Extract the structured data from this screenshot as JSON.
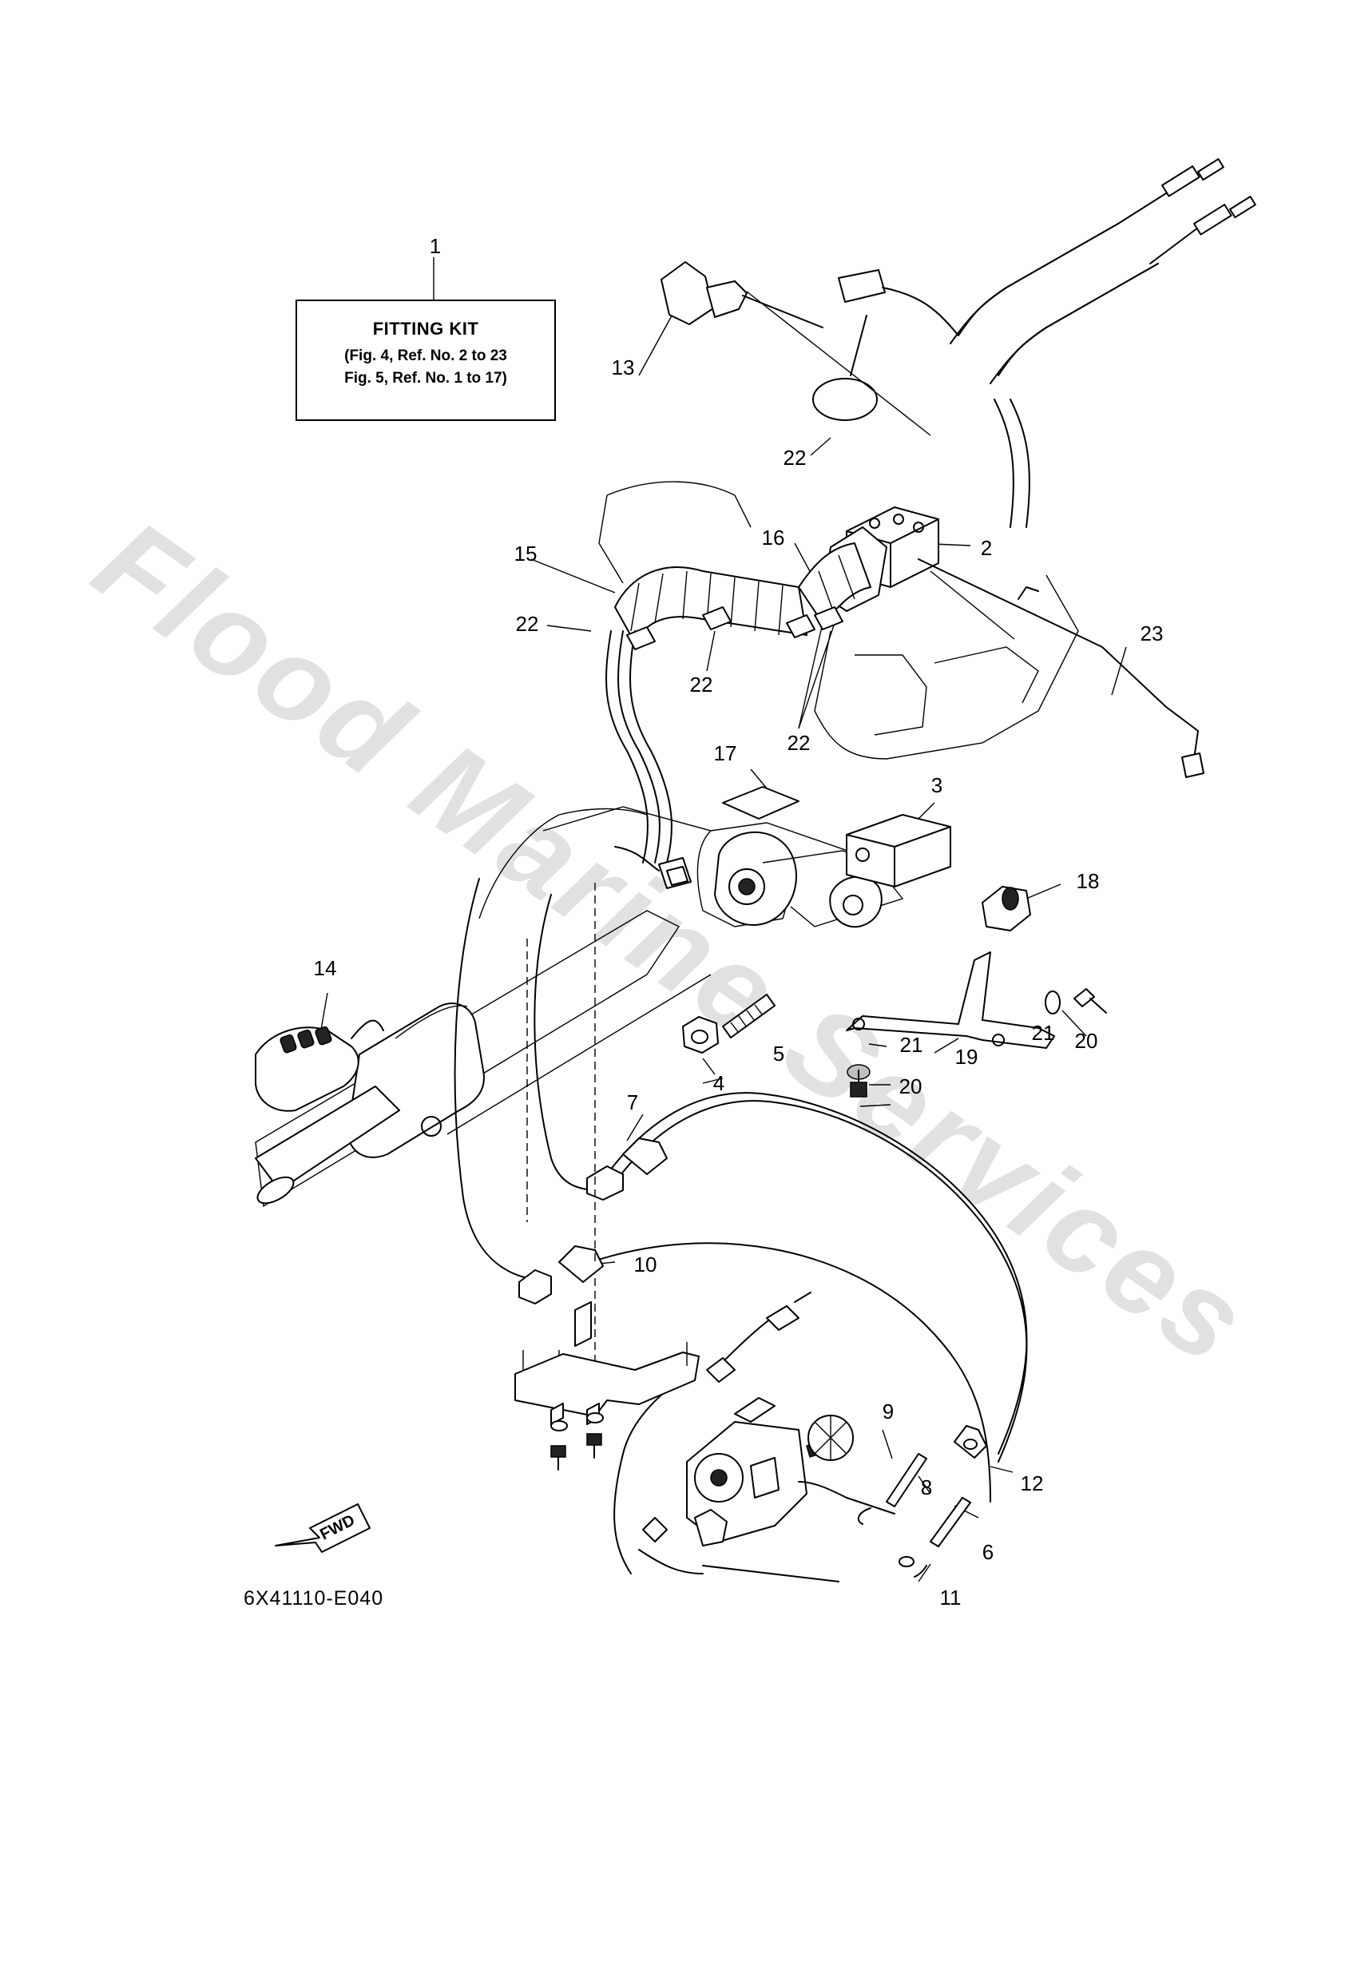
{
  "kit_box": {
    "title": "FITTING KIT",
    "line1": "(Fig. 4, Ref. No. 2 to 23",
    "line2": "Fig. 5, Ref. No. 1 to 17)"
  },
  "callouts": {
    "c1": "1",
    "c2": "2",
    "c3": "3",
    "c4": "4",
    "c5": "5",
    "c6": "6",
    "c7": "7",
    "c8": "8",
    "c9": "9",
    "c10": "10",
    "c11": "11",
    "c12": "12",
    "c13": "13",
    "c14": "14",
    "c15": "15",
    "c16": "16",
    "c17": "17",
    "c18": "18",
    "c19": "19",
    "c20a": "20",
    "c20b": "20",
    "c21a": "21",
    "c21b": "21",
    "c22a": "22",
    "c22b": "22",
    "c22c": "22",
    "c22d": "22",
    "c23": "23"
  },
  "fwd_arrow": {
    "label": "FWD"
  },
  "drawing_code": "6X41110-E040",
  "watermark": "Flood Marine Services",
  "colors": {
    "ink": "#000000",
    "watermark": "#e1e1e1",
    "background": "#ffffff"
  }
}
